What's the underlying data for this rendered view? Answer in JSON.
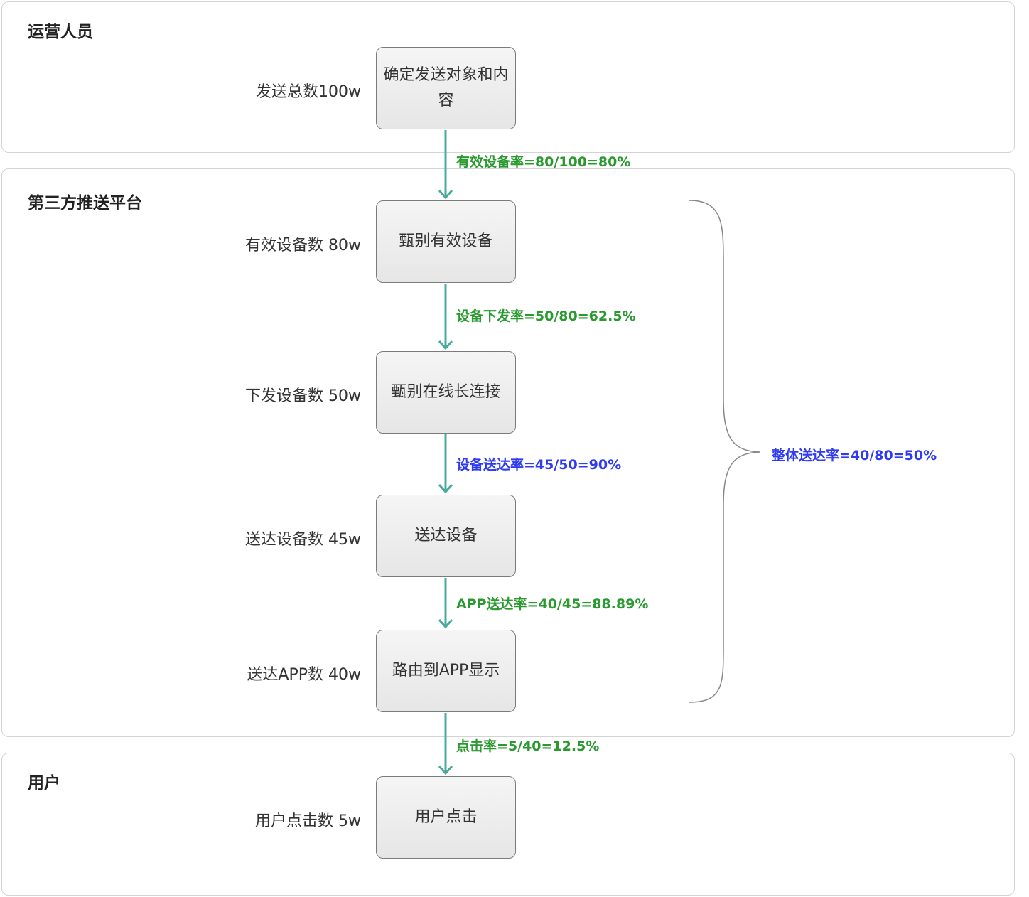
{
  "colors": {
    "arrow": "#4aab9c",
    "green_rate": "#2a9a30",
    "blue_rate": "#2f3bf0",
    "brace": "#888888"
  },
  "lanes": [
    {
      "title": "运营人员"
    },
    {
      "title": "第三方推送平台"
    },
    {
      "title": "用户"
    }
  ],
  "steps": [
    {
      "box": "确定发送对象和内容",
      "count": "发送总数100w"
    },
    {
      "box": "甄别有效设备",
      "count": "有效设备数 80w"
    },
    {
      "box": "甄别在线长连接",
      "count": "下发设备数 50w"
    },
    {
      "box": "送达设备",
      "count": "送达设备数 45w"
    },
    {
      "box": "路由到APP显示",
      "count": "送达APP数 40w"
    },
    {
      "box": "用户点击",
      "count": "用户点击数 5w"
    }
  ],
  "rates": [
    {
      "label": "有效设备率=80/100=80%",
      "color": "green"
    },
    {
      "label": "设备下发率=50/80=62.5%",
      "color": "green"
    },
    {
      "label": "设备送达率=45/50=90%",
      "color": "blue"
    },
    {
      "label": "APP送达率=40/45=88.89%",
      "color": "green"
    },
    {
      "label": "点击率=5/40=12.5%",
      "color": "green"
    }
  ],
  "overall": {
    "label": "整体送达率=40/80=50%"
  }
}
